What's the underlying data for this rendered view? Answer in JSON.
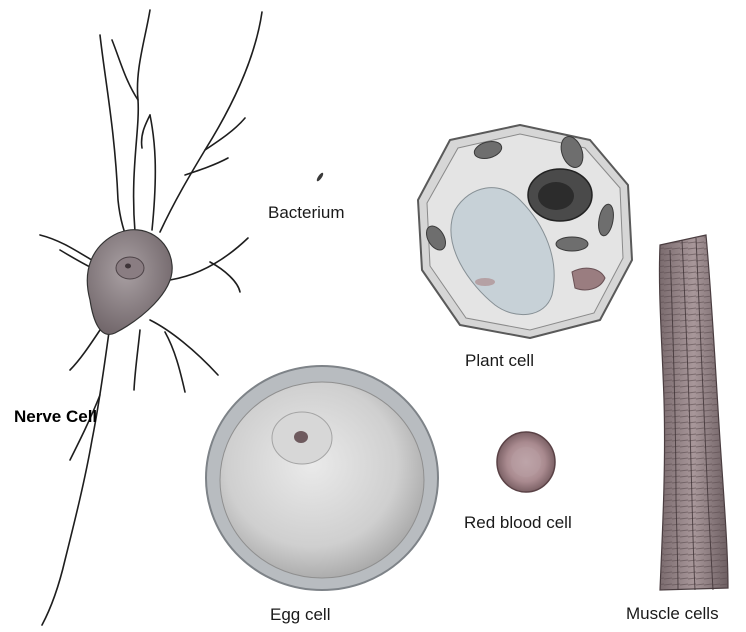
{
  "labels": {
    "nerve_cell": "Nerve Cell",
    "bacterium": "Bacterium",
    "plant_cell": "Plant cell",
    "egg_cell": "Egg cell",
    "red_blood_cell": "Red blood cell",
    "muscle_cells": "Muscle cells"
  }
}
